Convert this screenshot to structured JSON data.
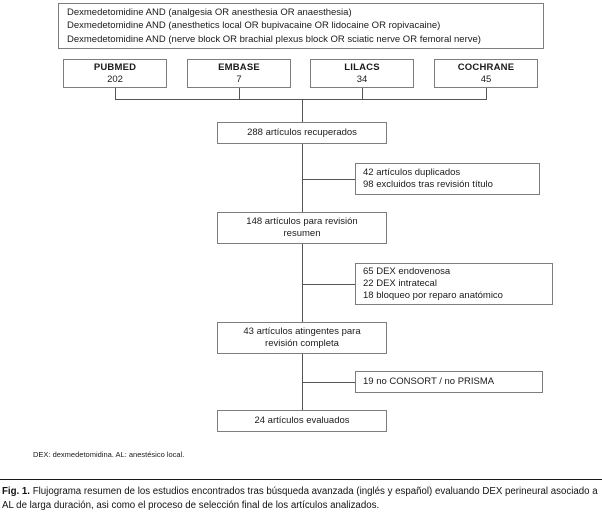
{
  "figure": {
    "query_box": {
      "lines": [
        "Dexmedetomidine AND (analgesia OR anesthesia OR anaesthesia)",
        "Dexmedetomidine AND (anesthetics local OR bupivacaine OR lidocaine OR ropivacaine)",
        "Dexmedetomidine AND (nerve block OR brachial plexus block OR sciatic nerve OR femoral nerve)"
      ]
    },
    "databases": [
      {
        "name": "PUBMED",
        "count": "202"
      },
      {
        "name": "EMBASE",
        "count": "7"
      },
      {
        "name": "LILACS",
        "count": "34"
      },
      {
        "name": "COCHRANE",
        "count": "45"
      }
    ],
    "stages": [
      {
        "lines": [
          "288 artículos recuperados"
        ]
      },
      {
        "lines": [
          "148 artículos para revisión",
          "resumen"
        ]
      },
      {
        "lines": [
          "43 artículos atingentes para",
          "revisión completa"
        ]
      },
      {
        "lines": [
          "24 artículos evaluados"
        ]
      }
    ],
    "exclusions": [
      {
        "lines": [
          "42 artículos duplicados",
          "98 excluidos tras revisión título"
        ]
      },
      {
        "lines": [
          "65 DEX endovenosa",
          "22 DEX intratecal",
          "18 bloqueo por reparo anatómico"
        ]
      },
      {
        "lines": [
          "19 no CONSORT / no PRISMA"
        ]
      }
    ],
    "footnote": "DEX: dexmedetomidina. AL: anestésico local.",
    "caption": {
      "label": "Fig. 1.",
      "text": "Flujograma resumen de los estudios encontrados tras búsqueda avanzada (inglés y español) evaluando DEX perineural asociado a AL de larga duración, asi como el proceso de selección final de los artículos analizados."
    }
  },
  "colors": {
    "box_border": "#7d7d7d",
    "connector": "#555555",
    "text": "#1a1a1a",
    "background": "#ffffff"
  }
}
